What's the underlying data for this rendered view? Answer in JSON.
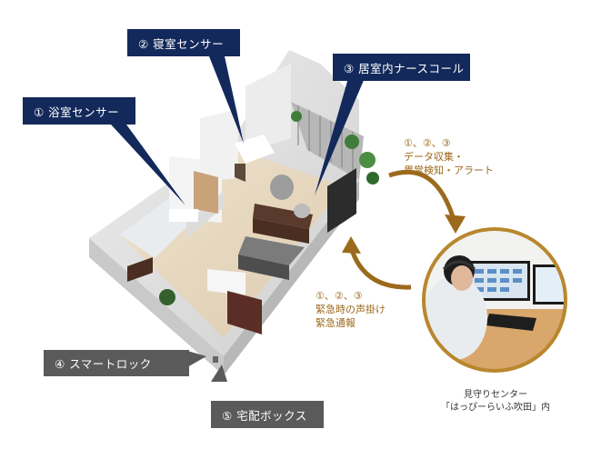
{
  "labels": {
    "bath_sensor": "① 浴室センサー",
    "bedroom_sensor": "② 寝室センサー",
    "nurse_call": "③ 居室内ナースコール",
    "smart_lock": "④ スマートロック",
    "delivery_box": "⑤ 宅配ボックス"
  },
  "flows": {
    "to_center": {
      "numbers": "①、②、③",
      "line1": "データ収集・",
      "line2": "異常検知・アラート"
    },
    "to_room": {
      "numbers": "①、②、③",
      "line1": "緊急時の声掛け",
      "line2": "緊急通報"
    }
  },
  "center": {
    "line1": "見守りセンター",
    "line2": "「はっぴーらいふ吹田」内"
  },
  "colors": {
    "tag_navy": "#13295b",
    "tag_gray": "#5a5a5a",
    "arrow_gold": "#9c6a1c",
    "circle_ring": "#b8872e"
  }
}
